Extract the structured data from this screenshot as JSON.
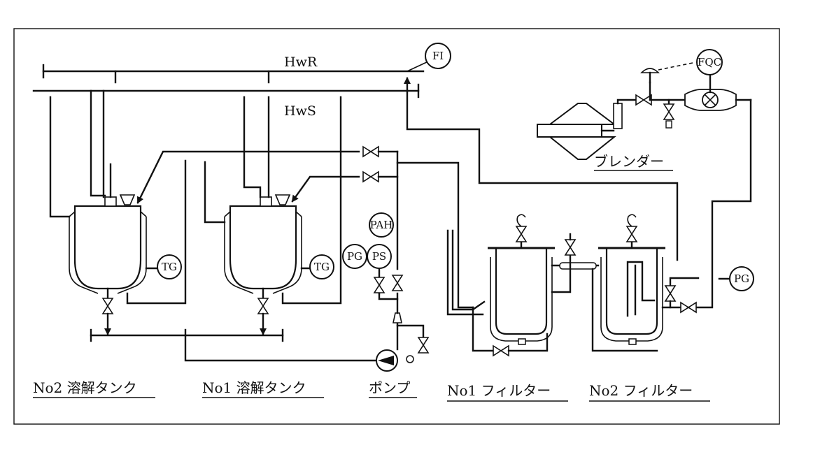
{
  "lines": {
    "return": "HwR",
    "supply": "HwS"
  },
  "instruments": {
    "flow_indicator": "FI",
    "flow_quantity_controller": "FQC",
    "pressure_alarm": "PAH",
    "pressure_gauge_pump": "PG",
    "pressure_switch": "PS",
    "temp_gauge_tank2": "TG",
    "temp_gauge_tank1": "TG",
    "pressure_gauge_filter": "PG"
  },
  "labels": {
    "tank2": "No2 溶解タンク",
    "tank1": "No1 溶解タンク",
    "pump": "ポンプ",
    "filter1": "No1 フィルター",
    "filter2": "No2 フィルター",
    "blender": "ブレンダー"
  }
}
